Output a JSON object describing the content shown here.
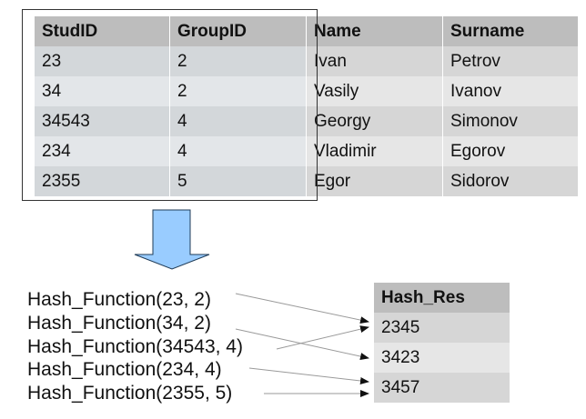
{
  "students": {
    "headers": [
      "StudID",
      "GroupID",
      "Name",
      "Surname"
    ],
    "rows": [
      [
        "23",
        "2",
        "Ivan",
        "Petrov"
      ],
      [
        "34",
        "2",
        "Vasily",
        "Ivanov"
      ],
      [
        "34543",
        "4",
        "Georgy",
        "Simonov"
      ],
      [
        "234",
        "4",
        "Vladimir",
        "Egorov"
      ],
      [
        "2355",
        "5",
        "Egor",
        "Sidorov"
      ]
    ]
  },
  "hash_table": {
    "header": "Hash_Res",
    "rows": [
      "2345",
      "3423",
      "3457"
    ]
  },
  "hash_calls": [
    "Hash_Function(23, 2)",
    "Hash_Function(34, 2)",
    "Hash_Function(34543, 4)",
    "Hash_Function(234, 4)",
    "Hash_Function(2355, 5)"
  ],
  "colors": {
    "down_arrow": "#99ccff",
    "arrow_line": "#9a9a9a",
    "header_bg": "#bdbdbd"
  }
}
